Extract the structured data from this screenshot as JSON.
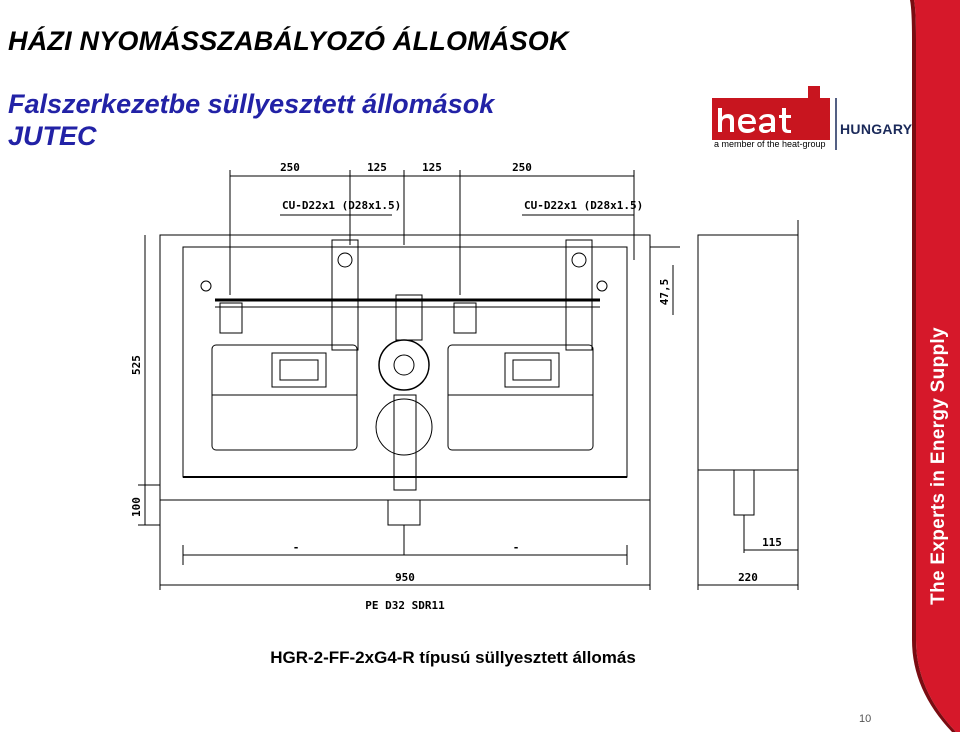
{
  "slide": {
    "title": "HÁZI NYOMÁSSZABÁLYOZÓ ÁLLOMÁSOK",
    "subtitle_line1": "Falszerkezetbe süllyesztett állomások",
    "subtitle_line2": "JUTEC",
    "caption": "HGR-2-FF-2xG4-R típusú süllyesztett állomás",
    "page_number": "10"
  },
  "logo": {
    "brand": "heat",
    "country": "HUNGARY",
    "member_text": "a member of the heat-group"
  },
  "sidebar": {
    "tagline": "The Experts in Energy Supply",
    "color": "#d6182a"
  },
  "drawing": {
    "dims": {
      "d_250_left": "250",
      "d_125_left": "125",
      "d_125_right": "125",
      "d_250_right": "250",
      "pipe_left": "CU-D22x1 (D28x1.5)",
      "pipe_right": "CU-D22x1 (D28x1.5)",
      "height_525": "525",
      "height_100": "100",
      "dim_47_5": "47,5",
      "width_950": "950",
      "pe_pipe": "PE D32 SDR11",
      "depth_220": "220",
      "depth_115": "115"
    },
    "marks": {
      "minus_left": "-",
      "minus_right": "-"
    }
  }
}
